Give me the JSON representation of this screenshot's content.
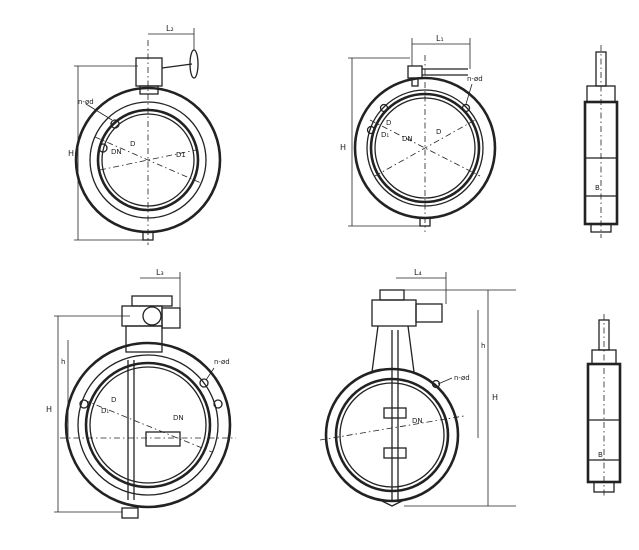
{
  "views": [
    {
      "id": "view-top-left",
      "labels": {
        "H": "H",
        "L": "L₂",
        "bolt": "n-ød",
        "D": "D",
        "D1": "D1",
        "DN": "DN"
      }
    },
    {
      "id": "view-top-middle",
      "labels": {
        "H": "H",
        "L": "L₁",
        "bolt": "n-ød",
        "D": "D",
        "D1": "D₁",
        "DN": "DN"
      }
    },
    {
      "id": "view-top-right-side",
      "labels": {
        "B": "B"
      }
    },
    {
      "id": "view-bottom-left",
      "labels": {
        "H": "H",
        "h": "h",
        "L": "L₃",
        "bolt": "n-ød",
        "D": "D",
        "D1": "D₁",
        "DN": "DN"
      }
    },
    {
      "id": "view-bottom-middle",
      "labels": {
        "H": "H",
        "h": "h",
        "L": "L₄",
        "bolt": "n-ød",
        "DN": "DN"
      }
    },
    {
      "id": "view-bottom-right-side",
      "labels": {
        "B": "B"
      }
    }
  ]
}
